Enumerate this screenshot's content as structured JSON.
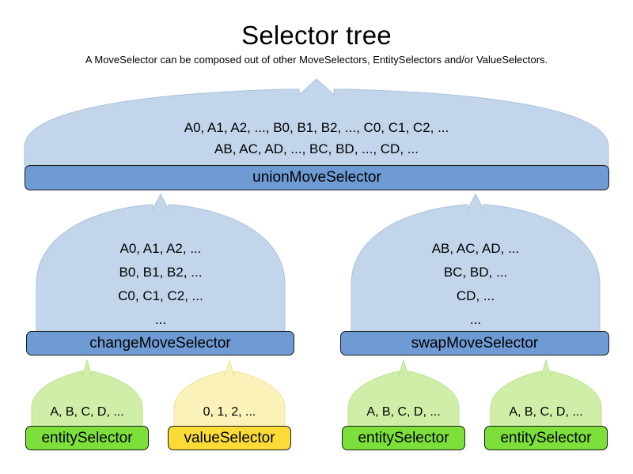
{
  "header": {
    "title": "Selector tree",
    "subtitle": "A MoveSelector can be composed out of other MoveSelectors, EntitySelectors and/or ValueSelectors."
  },
  "colors": {
    "move_balloon_fill": "#C2D5EA",
    "move_bar_fill": "#6E9BD3",
    "entity_balloon_fill": "#CFEFA8",
    "entity_bar_fill": "#7DE03A",
    "value_balloon_fill": "#FAF2B9",
    "value_bar_fill": "#FADB38",
    "stroke": "#1a1a1a",
    "background": "#ffffff"
  },
  "nodes": {
    "union": {
      "label": "unionMoveSelector",
      "lines": [
        "A0, A1, A2, ..., B0, B1, B2, ..., C0, C1, C2, ...",
        "AB, AC, AD, ..., BC, BD, ..., CD, ..."
      ]
    },
    "change": {
      "label": "changeMoveSelector",
      "lines": [
        "A0, A1, A2, ...",
        "B0, B1, B2, ...",
        "C0, C1, C2, ...",
        "..."
      ]
    },
    "swap": {
      "label": "swapMoveSelector",
      "lines": [
        "AB, AC, AD, ...",
        "BC, BD, ...",
        "CD, ...",
        "..."
      ]
    },
    "leaf_entity_1": {
      "label": "entitySelector",
      "lines": [
        "A, B, C, D, ..."
      ]
    },
    "leaf_value_1": {
      "label": "valueSelector",
      "lines": [
        "0, 1, 2, ..."
      ]
    },
    "leaf_entity_2": {
      "label": "entitySelector",
      "lines": [
        "A, B, C, D, ..."
      ]
    },
    "leaf_entity_3": {
      "label": "entitySelector",
      "lines": [
        "A, B, C, D, ..."
      ]
    }
  }
}
